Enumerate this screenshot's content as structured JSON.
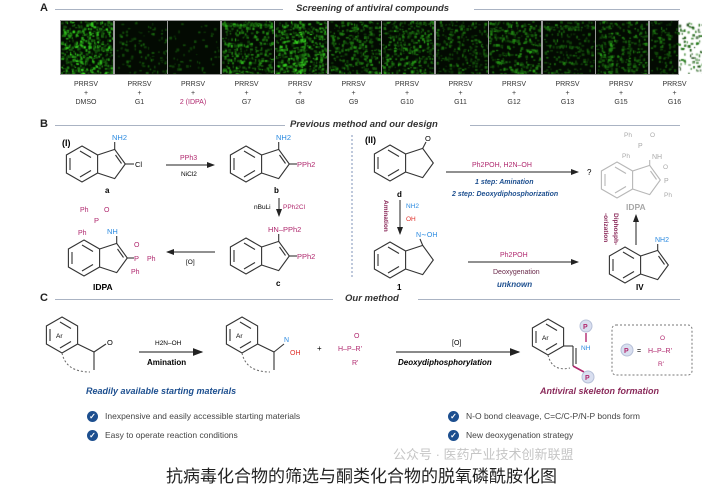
{
  "panel_a": {
    "label": "A",
    "title": "Screening of antiviral compounds",
    "samples": [
      {
        "virus": "PRRSV",
        "plus": "+",
        "compound": "DMSO",
        "highlight": false,
        "intensity": 0.95
      },
      {
        "virus": "PRRSV",
        "plus": "+",
        "compound": "G1",
        "highlight": false,
        "intensity": 0.15
      },
      {
        "virus": "PRRSV",
        "plus": "+",
        "compound": "2 (IDPA)",
        "highlight": true,
        "intensity": 0.04
      },
      {
        "virus": "PRRSV",
        "plus": "+",
        "compound": "G7",
        "highlight": false,
        "intensity": 0.7
      },
      {
        "virus": "PRRSV",
        "plus": "+",
        "compound": "G8",
        "highlight": false,
        "intensity": 0.9
      },
      {
        "virus": "PRRSV",
        "plus": "+",
        "compound": "G9",
        "highlight": false,
        "intensity": 0.6
      },
      {
        "virus": "PRRSV",
        "plus": "+",
        "compound": "G10",
        "highlight": false,
        "intensity": 0.65
      },
      {
        "virus": "PRRSV",
        "plus": "+",
        "compound": "G11",
        "highlight": false,
        "intensity": 0.45
      },
      {
        "virus": "PRRSV",
        "plus": "+",
        "compound": "G12",
        "highlight": false,
        "intensity": 0.6
      },
      {
        "virus": "PRRSV",
        "plus": "+",
        "compound": "G13",
        "highlight": false,
        "intensity": 0.4
      },
      {
        "virus": "PRRSV",
        "plus": "+",
        "compound": "G15",
        "highlight": false,
        "intensity": 0.55
      },
      {
        "virus": "PRRSV",
        "plus": "+",
        "compound": "G16",
        "highlight": false,
        "intensity": 0.35
      }
    ]
  },
  "panel_b": {
    "label": "B",
    "title": "Previous method and our design",
    "route1": {
      "label": "(I)",
      "a": "a",
      "b": "b",
      "c": "c",
      "nh2": "NH2",
      "cl": "Cl",
      "pph2": "PPh2",
      "hn_pph2": "HN–PPh2",
      "reagent1_top": "PPh3",
      "reagent1_bottom": "NiCl2",
      "reagent2_left": "nBuLi",
      "reagent2_right": "PPh2Cl",
      "reagent3": "[O]",
      "product": "IDPA",
      "ph": "Ph",
      "o": "O",
      "p": "P",
      "nh": "NH"
    },
    "route2": {
      "label": "(II)",
      "d": "d",
      "one": "1",
      "iv": "IV",
      "o": "O",
      "noh": "N∼OH",
      "nh2": "NH2",
      "oh": "OH",
      "top_reagents": "Ph2POH, H2N–OH",
      "step1": "1 step: Amination",
      "step2": "2 step: Deoxydiphosphorization",
      "question": "?",
      "amination": "Amination",
      "bottom_reagent": "Ph2POH",
      "deoxygenation": "Deoxygenation",
      "unknown": "unknown",
      "diphos": "Diphosph-",
      "diphos2": "-orization",
      "target": "IDPA"
    }
  },
  "panel_c": {
    "label": "C",
    "title": "Our method",
    "ar": "Ar",
    "o": "O",
    "reagent1": "H2N–OH",
    "step1": "Amination",
    "oxime_n": "N",
    "oxime_oh": "OH",
    "plus": "+",
    "phos_h": "H–P–R'",
    "phos_r": "R'",
    "oxidant": "[O]",
    "step2": "Deoxydiphosphorylation",
    "p": "P",
    "nh": "NH",
    "equals": "=",
    "left_caption": "Readily available  starting materials",
    "right_caption": "Antiviral skeleton formation",
    "bullets_left": [
      "Inexpensive and easily accessible starting materials",
      "Easy to operate reaction conditions"
    ],
    "bullets_right": [
      "N-O bond cleavage, C=C/C-P/N-P bonds form",
      "New deoxygenation strategy"
    ]
  },
  "watermark": "公众号 · 医药产业技术创新联盟",
  "caption": "抗病毒化合物的筛选与酮类化合物的脱氧磷酰胺化图",
  "colors": {
    "magenta": "#b0286e",
    "blue": "#1d4f8f",
    "nblue": "#2a8ae0",
    "ored": "#e0302a",
    "rule": "#aab3c3"
  }
}
